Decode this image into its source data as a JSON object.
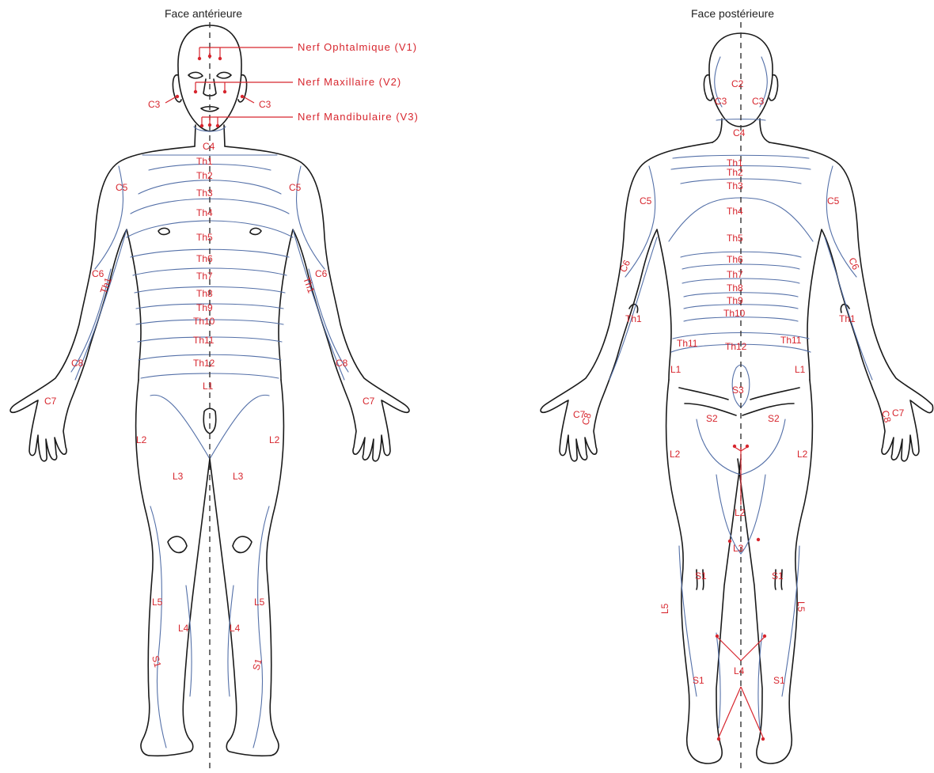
{
  "views": {
    "anterior_title": "Face antérieure",
    "posterior_title": "Face postérieure"
  },
  "nerves": {
    "v1": "Nerf Ophtalmique (V1)",
    "v2": "Nerf Maxillaire (V2)",
    "v3": "Nerf Mandibulaire (V3)"
  },
  "anterior_labels": {
    "c3_left": "C3",
    "c3_right": "C3",
    "c4": "C4",
    "th1": "Th1",
    "th2": "Th2",
    "th3": "Th3",
    "th4": "Th4",
    "th5": "Th5",
    "th6": "Th6",
    "th7": "Th7",
    "th8": "Th8",
    "th9": "Th9",
    "th10": "Th10",
    "th11": "Th11",
    "th12": "Th12",
    "l1": "L1",
    "c5_left": "C5",
    "c5_right": "C5",
    "c6_left": "C6",
    "c6_right": "C6",
    "th1_arm_left": "Th1",
    "th1_arm_right": "Th1",
    "c8_left": "C8",
    "c8_right": "C8",
    "c7_left": "C7",
    "c7_right": "C7",
    "l2_left": "L2",
    "l2_right": "L2",
    "l3_left": "L3",
    "l3_right": "L3",
    "l5_left": "L5",
    "l5_right": "L5",
    "l4_left": "L4",
    "l4_right": "L4",
    "s1_left": "S1",
    "s1_right": "S1"
  },
  "posterior_labels": {
    "c2": "C2",
    "c3_left": "C3",
    "c3_right": "C3",
    "c4": "C4",
    "th1": "Th1",
    "th2": "Th2",
    "th3": "Th3",
    "th4": "Th4",
    "th5": "Th5",
    "th6": "Th6",
    "th7": "Th7",
    "th8": "Th8",
    "th9": "Th9",
    "th10": "Th10",
    "th11_left": "Th11",
    "th12": "Th12",
    "th11_right": "Th11",
    "c5_left": "C5",
    "c5_right": "C5",
    "c6_left": "C6",
    "c6_right": "C6",
    "th1_arm_left": "Th1",
    "th1_arm_right": "Th1",
    "c7_left": "C7",
    "c8_left": "C8",
    "c7_right": "C7",
    "c8_right": "C8",
    "l1_left": "L1",
    "l1_right": "L1",
    "s3": "S3",
    "s2_left": "S2",
    "s2_right": "S2",
    "l2_left": "L2",
    "l2_right": "L2",
    "l2_center": "L2",
    "l3_center": "L3",
    "s1_left": "S1",
    "s1_right": "S1",
    "l5_left": "L5",
    "l5_right": "L5",
    "l4_center": "L4",
    "s1_foot_left": "S1",
    "s1_foot_right": "S1"
  }
}
